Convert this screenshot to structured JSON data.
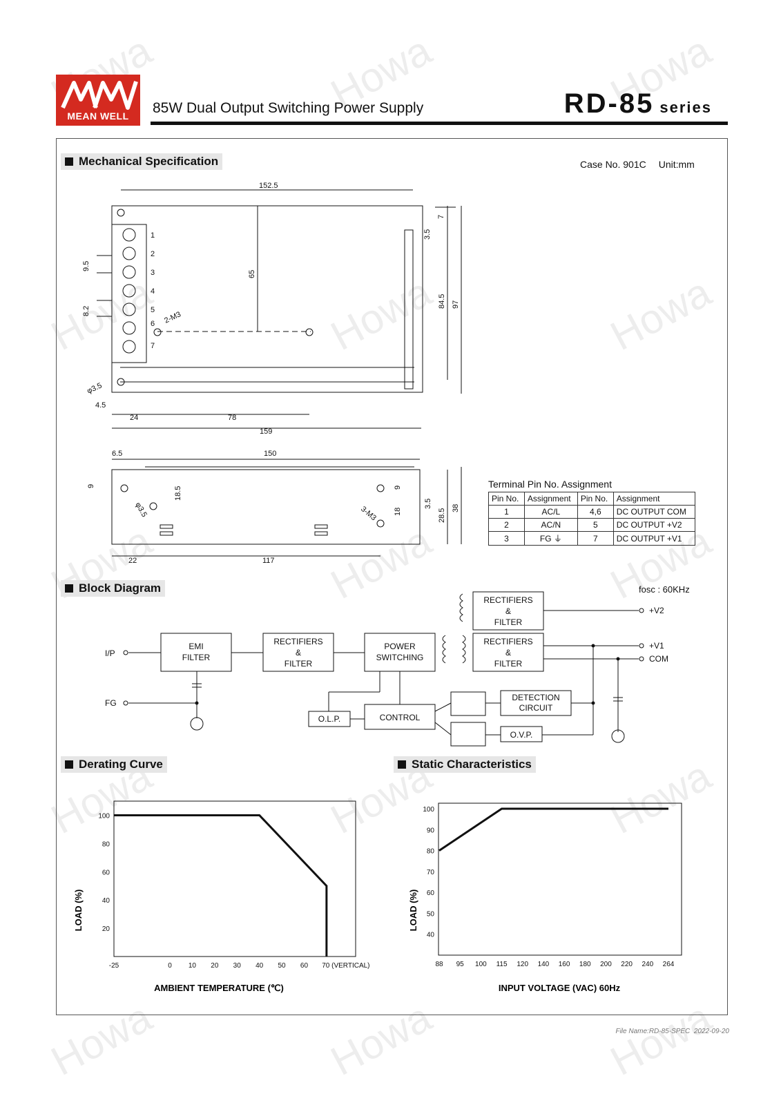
{
  "header": {
    "logo_text": "MEAN WELL",
    "subtitle": "85W Dual Output Switching Power Supply",
    "model": "RD-85",
    "series": "series"
  },
  "watermark": "Howa",
  "mechanical": {
    "title": "Mechanical Specification",
    "case_no": "Case No. 901C",
    "unit": "Unit:mm",
    "top_dims": [
      "152.5",
      "65",
      "9.5",
      "8.2",
      "2-M3",
      "3.5",
      "7",
      "84.5",
      "97",
      "φ3.5",
      "4.5",
      "24",
      "78",
      "159"
    ],
    "pin_numbers": [
      "1",
      "2",
      "3",
      "4",
      "5",
      "6",
      "7"
    ],
    "side_dims": [
      "6.5",
      "150",
      "9",
      "18.5",
      "φ3.5",
      "9",
      "18",
      "3-M3",
      "3.5",
      "28.5",
      "38",
      "22",
      "117"
    ]
  },
  "terminal": {
    "title": "Terminal Pin No.  Assignment",
    "headers": [
      "Pin No.",
      "Assignment",
      "Pin No.",
      "Assignment"
    ],
    "rows": [
      [
        "1",
        "AC/L",
        "4,6",
        "DC OUTPUT COM"
      ],
      [
        "2",
        "AC/N",
        "5",
        "DC OUTPUT +V2"
      ],
      [
        "3",
        "FG ⏚",
        "7",
        "DC OUTPUT +V1"
      ]
    ]
  },
  "block": {
    "title": "Block Diagram",
    "fosc": "fosc : 60KHz",
    "blocks": {
      "emi": [
        "EMI",
        "FILTER"
      ],
      "rect1": [
        "RECTIFIERS",
        "&",
        "FILTER"
      ],
      "power": [
        "POWER",
        "SWITCHING"
      ],
      "rect_top": [
        "RECTIFIERS",
        "&",
        "FILTER"
      ],
      "rect_mid": [
        "RECTIFIERS",
        "&",
        "FILTER"
      ],
      "olp": "O.L.P.",
      "control": "CONTROL",
      "detection": [
        "DETECTION",
        "CIRCUIT"
      ],
      "ovp": "O.V.P."
    },
    "labels": {
      "ip": "I/P",
      "fg": "FG",
      "v2": "+V2",
      "v1": "+V1",
      "com": "COM"
    }
  },
  "derating": {
    "title": "Derating Curve"
  },
  "static": {
    "title": "Static Characteristics"
  },
  "chart_data": [
    {
      "type": "line",
      "title": "Derating Curve",
      "xlabel": "AMBIENT TEMPERATURE (℃)",
      "ylabel": "LOAD (%)",
      "x_ticks": [
        "-25",
        "0",
        "10",
        "20",
        "30",
        "40",
        "50",
        "60",
        "70 (VERTICAL)"
      ],
      "y_ticks": [
        "20",
        "40",
        "60",
        "80",
        "100"
      ],
      "xlim": [
        -25,
        85
      ],
      "ylim": [
        0,
        110
      ],
      "x": [
        -25,
        40,
        70,
        70
      ],
      "y": [
        100,
        100,
        50,
        0
      ]
    },
    {
      "type": "line",
      "title": "Static Characteristics",
      "xlabel": "INPUT VOLTAGE (VAC) 60Hz",
      "ylabel": "LOAD (%)",
      "x_ticks": [
        "88",
        "95",
        "100",
        "115",
        "120",
        "140",
        "160",
        "180",
        "200",
        "220",
        "240",
        "264"
      ],
      "y_ticks": [
        "40",
        "50",
        "60",
        "70",
        "80",
        "90",
        "100"
      ],
      "ylim": [
        30,
        100
      ],
      "x": [
        88,
        115,
        264
      ],
      "y": [
        80,
        100,
        100
      ]
    }
  ],
  "footer": {
    "file_name": "File Name:RD-85-SPEC",
    "date": "2022-09-20"
  }
}
